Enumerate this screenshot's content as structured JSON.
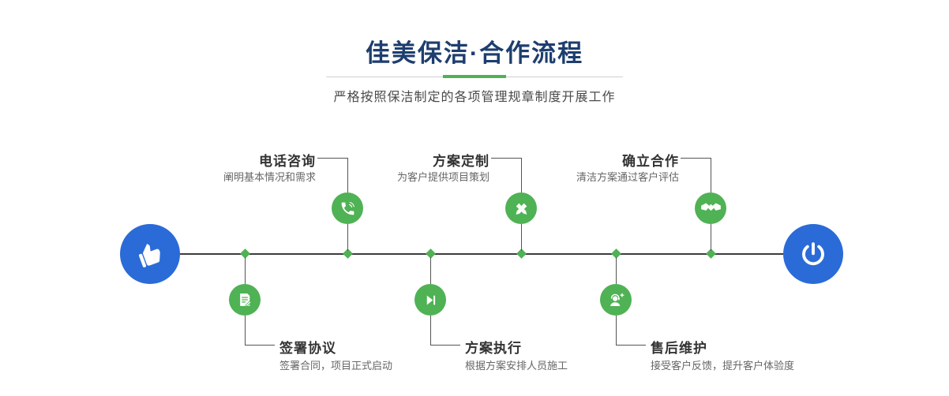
{
  "page": {
    "title": "佳美保洁·合作流程",
    "subtitle": "严格按照保洁制定的各项管理规章制度开展工作"
  },
  "flow": {
    "start": {
      "icon": "thumb-hand-icon"
    },
    "end": {
      "icon": "power-icon"
    },
    "steps_top": [
      {
        "label": "电话咨询",
        "desc": "阐明基本情况和需求",
        "icon": "phone-icon"
      },
      {
        "label": "方案定制",
        "desc": "为客户提供项目策划",
        "icon": "design-pencils-icon"
      },
      {
        "label": "确立合作",
        "desc": "清洁方案通过客户评估",
        "icon": "handshake-icon"
      }
    ],
    "steps_bottom": [
      {
        "label": "签署协议",
        "desc": "签署合同，项目正式启动",
        "icon": "contract-icon"
      },
      {
        "label": "方案执行",
        "desc": "根据方案安排人员施工",
        "icon": "play-execute-icon"
      },
      {
        "label": "售后维护",
        "desc": "接受客户反馈，提升客户体验度",
        "icon": "headset-support-icon"
      }
    ],
    "colors": {
      "title_navy": "#1d3e6e",
      "accent_green": "#4fb254",
      "node_blue": "#2b6bd8",
      "line_dark": "#3c3c3c"
    }
  }
}
